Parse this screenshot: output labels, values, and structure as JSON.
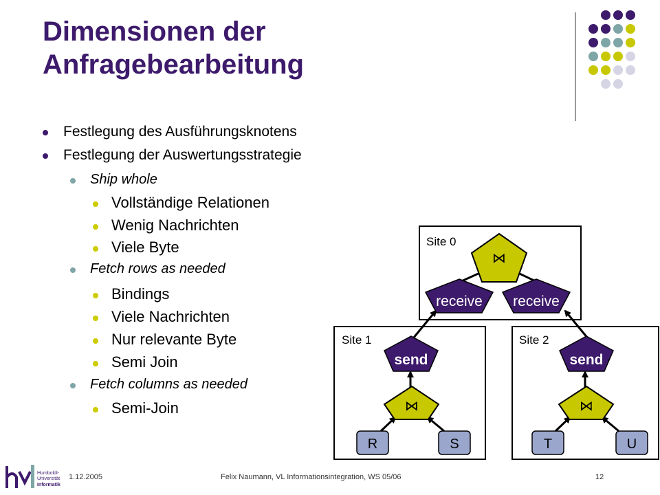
{
  "slide": {
    "title_line1": "Dimensionen der",
    "title_line2": "Anfragebearbeitung"
  },
  "bullets": [
    {
      "level": 1,
      "text": "Festlegung des Ausführungsknotens"
    },
    {
      "level": 1,
      "text": "Festlegung der Auswertungsstrategie"
    },
    {
      "level": 2,
      "text": "Ship whole"
    },
    {
      "level": 3,
      "text": "Vollständige Relationen"
    },
    {
      "level": 3,
      "text": "Wenig Nachrichten"
    },
    {
      "level": 3,
      "text": "Viele Byte"
    },
    {
      "level": 2,
      "text": "Fetch rows as needed"
    },
    {
      "level": 3,
      "text": "Bindings"
    },
    {
      "level": 3,
      "text": "Viele Nachrichten"
    },
    {
      "level": 3,
      "text": "Nur relevante Byte"
    },
    {
      "level": 3,
      "text": "Semi Join"
    },
    {
      "level": 2,
      "text": "Fetch columns as needed"
    },
    {
      "level": 3,
      "text": "Semi-Join"
    }
  ],
  "diagram": {
    "site0_label": "Site 0",
    "site1_label": "Site 1",
    "site2_label": "Site 2",
    "join_symbol": "⋈",
    "receive_left": "receive",
    "receive_right": "receive",
    "send_left": "send",
    "send_right": "send",
    "relation_r": "R",
    "relation_s": "S",
    "relation_t": "T",
    "relation_u": "U"
  },
  "footer": {
    "date": "1.12.2005",
    "center": "Felix Naumann, VL Informationsintegration, WS 05/06",
    "page": "12"
  },
  "logo": {
    "text_line1": "Humboldt-",
    "text_line2": "Universität",
    "text_line3": "Informatik"
  },
  "colors": {
    "purple": "#3d1a6b",
    "teal": "#7fa6a6",
    "yellow": "#c8c800",
    "lavender": "#d5d5e6",
    "relation_fill": "#9aa6cc"
  }
}
